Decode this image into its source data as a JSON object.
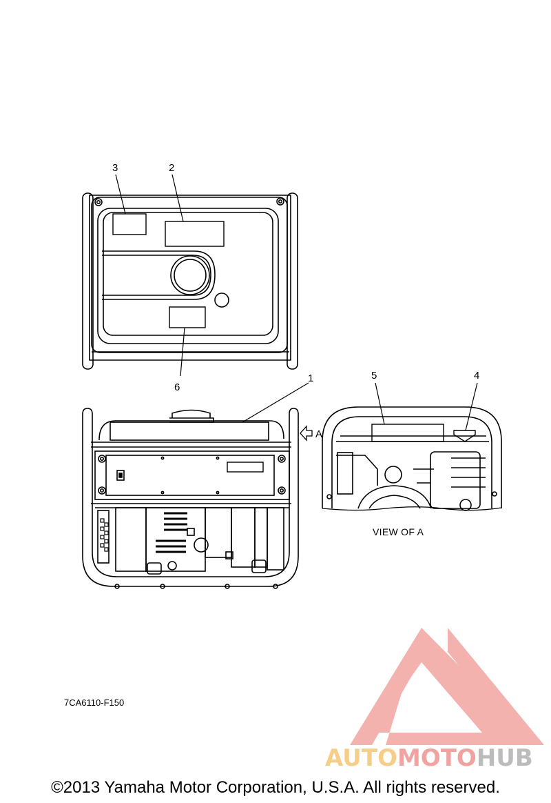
{
  "diagram": {
    "callouts": {
      "c1": "1",
      "c2": "2",
      "c3": "3",
      "c4": "4",
      "c5": "5",
      "c6": "6"
    },
    "view_arrow_label": "A",
    "view_caption": "VIEW OF A",
    "part_code": "7CA6110-F150"
  },
  "watermark": {
    "part1": "AUTO",
    "part2": "MOTO",
    "part3": "HUB",
    "colors": {
      "orange": "#f5cf8a",
      "red": "#f0a3a0",
      "gray": "#bcbcbc"
    }
  },
  "footer": {
    "copyright": "©2013 Yamaha Motor Corporation, U.S.A. All rights reserved."
  }
}
